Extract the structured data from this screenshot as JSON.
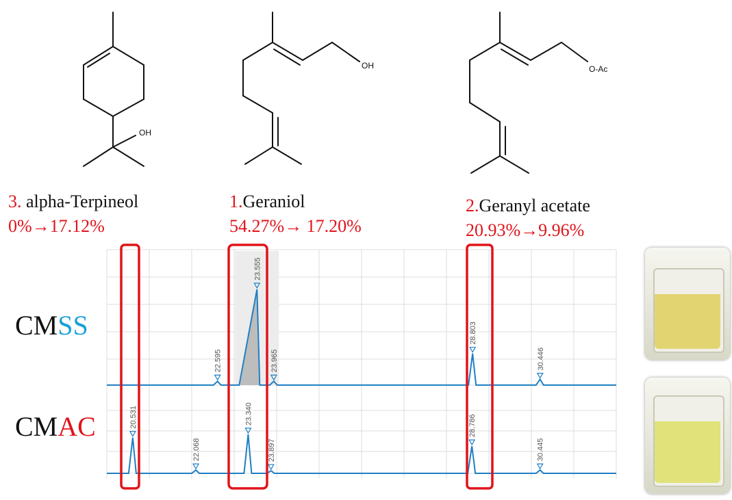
{
  "compounds": [
    {
      "number": "3.",
      "name": "alpha-Terpineol",
      "change": "0%→17.12%",
      "substituent": "OH"
    },
    {
      "number": "1.",
      "name": "Geraniol",
      "change": "54.27%→ 17.20%",
      "substituent": "OH"
    },
    {
      "number": "2.",
      "name": "Geranyl acetate",
      "change": "20.93%→9.96%",
      "substituent": "O-Ac"
    }
  ],
  "rows": [
    {
      "label_main": "CM",
      "label_suffix": "SS",
      "suffix_color": "#1aa0d8"
    },
    {
      "label_main": "CM",
      "label_suffix": "AC",
      "suffix_color": "#e0141b"
    }
  ],
  "colors": {
    "highlight": "#e0141b",
    "trace": "#1f7fc4",
    "cmss_liquid": "#e3d472",
    "cmac_liquid": "#e1e27a"
  },
  "chart_data": {
    "type": "line",
    "x_label": "",
    "series": [
      {
        "name": "CMSS",
        "peaks": [
          {
            "rt": "22.595",
            "height": 0.04
          },
          {
            "rt": "23.555",
            "height": 1.0
          },
          {
            "rt": "23.965",
            "height": 0.04
          },
          {
            "rt": "28.803",
            "height": 0.33
          },
          {
            "rt": "30.446",
            "height": 0.06
          }
        ]
      },
      {
        "name": "CMAC",
        "peaks": [
          {
            "rt": "20.531",
            "height": 0.55
          },
          {
            "rt": "22.068",
            "height": 0.05
          },
          {
            "rt": "23.340",
            "height": 0.6
          },
          {
            "rt": "23.897",
            "height": 0.04
          },
          {
            "rt": "28.786",
            "height": 0.42
          },
          {
            "rt": "30.445",
            "height": 0.05
          }
        ]
      }
    ]
  }
}
